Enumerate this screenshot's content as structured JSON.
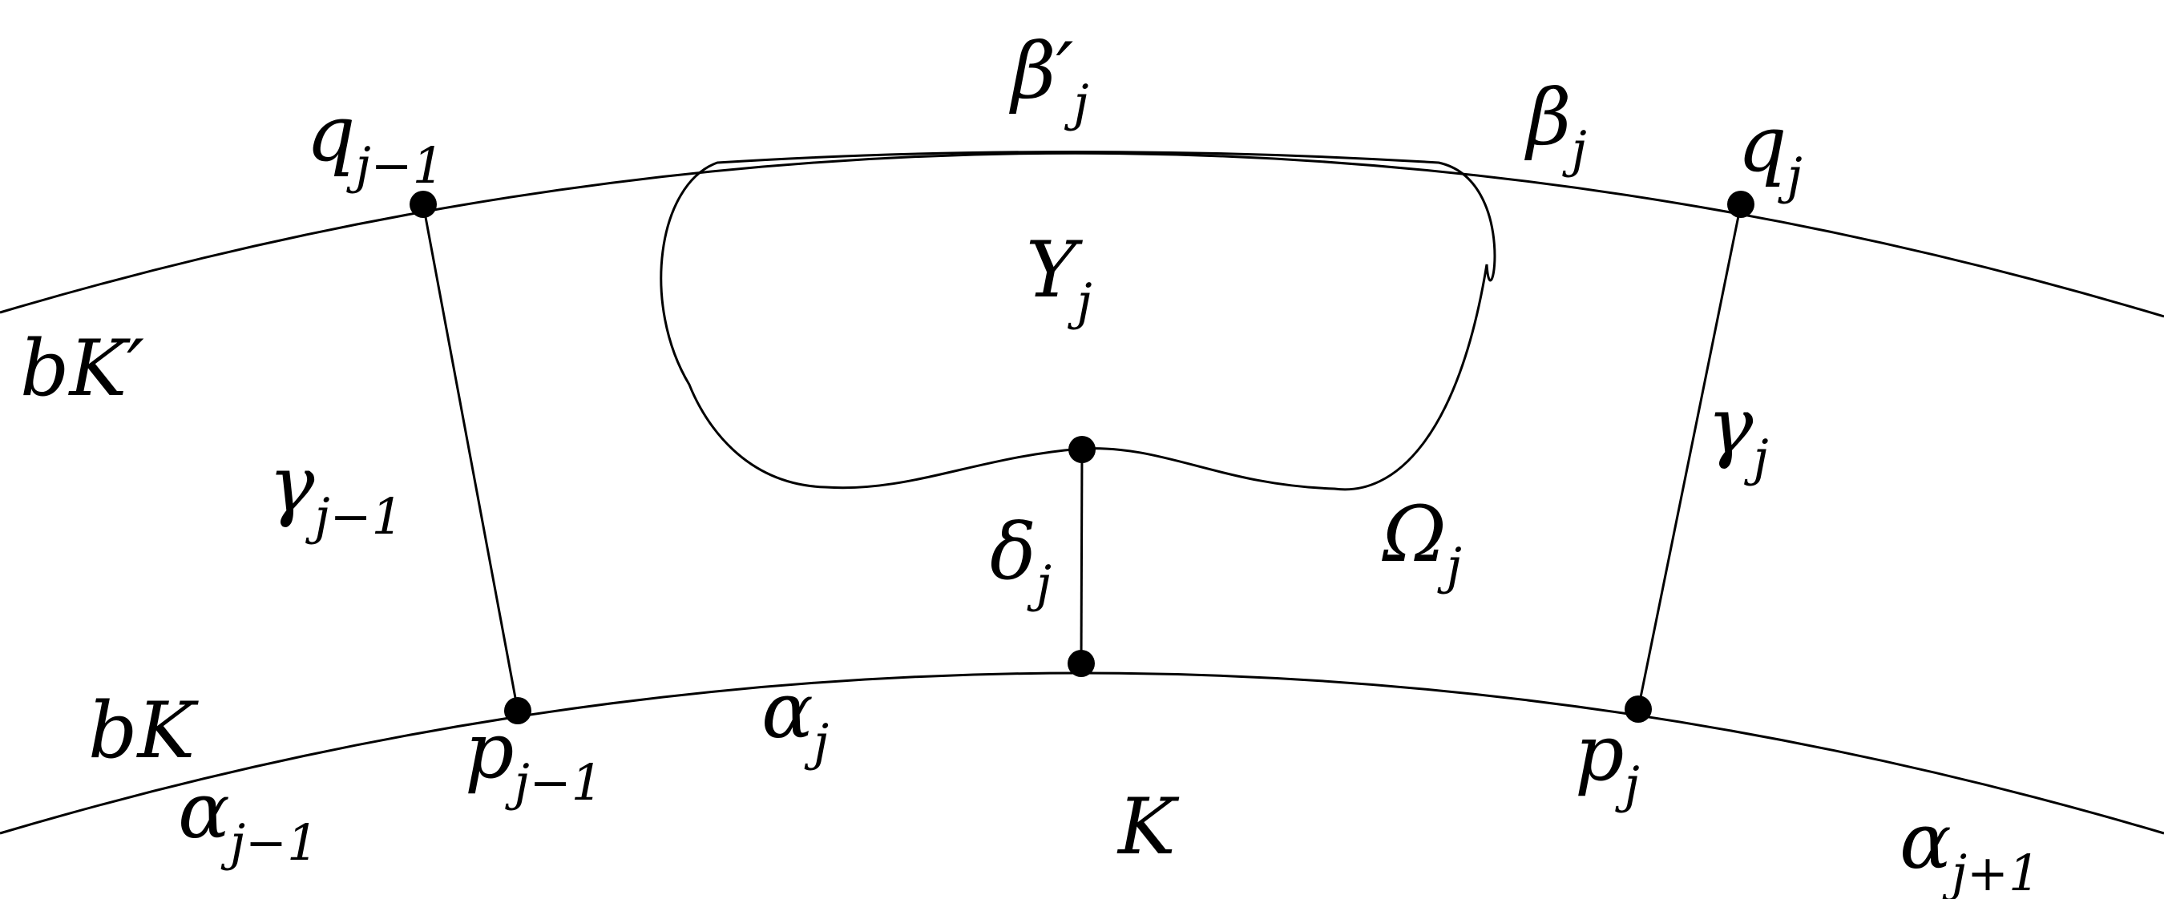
{
  "labels": {
    "beta_prime": {
      "main": "β′",
      "sub": "j"
    },
    "beta": {
      "main": "β",
      "sub": "j"
    },
    "q_prev": {
      "main": "q",
      "sub": "j−1"
    },
    "q": {
      "main": "q",
      "sub": "j"
    },
    "upsilon": {
      "main": "Υ",
      "sub": "j"
    },
    "bK_prime": {
      "main": "bK′"
    },
    "gamma_prev": {
      "main": "γ",
      "sub": "j−1"
    },
    "gamma": {
      "main": "γ",
      "sub": "j"
    },
    "delta": {
      "main": "δ",
      "sub": "j"
    },
    "omega": {
      "main": "Ω",
      "sub": "j"
    },
    "bK": {
      "main": "bK"
    },
    "alpha_prev": {
      "main": "α",
      "sub": "j−1"
    },
    "p_prev": {
      "main": "p",
      "sub": "j−1"
    },
    "alpha": {
      "main": "α",
      "sub": "j"
    },
    "K": {
      "main": "K"
    },
    "p": {
      "main": "p",
      "sub": "j"
    },
    "alpha_next": {
      "main": "α",
      "sub": "j+1"
    }
  },
  "colors": {
    "stroke": "#000000",
    "background": "#ffffff"
  }
}
